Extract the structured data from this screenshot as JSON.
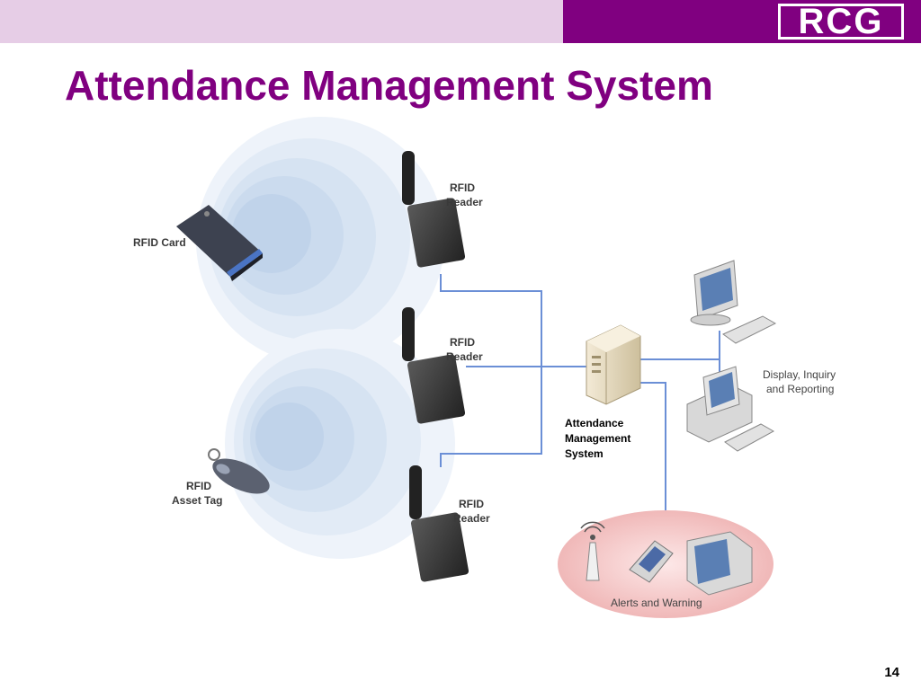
{
  "header": {
    "logo_text": "RCG",
    "title": "Attendance Management System"
  },
  "diagram": {
    "rfid_card_label": "RFID Card",
    "reader_labels": [
      {
        "line1": "RFID",
        "line2": "Reader"
      },
      {
        "line1": "RFID",
        "line2": "Reader"
      },
      {
        "line1": "RFID",
        "line2": "Reader"
      }
    ],
    "asset_tag_label": {
      "line1": "RFID",
      "line2": "Asset Tag"
    },
    "server_label": {
      "line1": "Attendance",
      "line2": "Management",
      "line3": "System"
    },
    "display_label": {
      "line1": "Display, Inquiry",
      "line2": "and Reporting"
    },
    "alerts_label": "Alerts and Warning",
    "colors": {
      "accent": "#800080",
      "header_light": "#e6cde6",
      "connector": "#6b8fd6",
      "alert_bg": "#f3c6c6"
    }
  },
  "footer": {
    "page_number": "14"
  }
}
